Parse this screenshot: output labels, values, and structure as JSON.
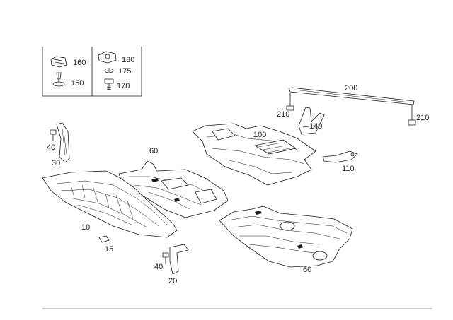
{
  "legend": {
    "items": [
      {
        "number": "160",
        "icon": "clip-nut-icon"
      },
      {
        "number": "150",
        "icon": "push-rivet-icon"
      },
      {
        "number": "180",
        "icon": "speed-nut-icon"
      },
      {
        "number": "175",
        "icon": "washer-icon"
      },
      {
        "number": "170",
        "icon": "screw-icon"
      }
    ]
  },
  "callouts": {
    "c200": "200",
    "c210a": "210",
    "c210b": "210",
    "c140": "140",
    "c100": "100",
    "c110": "110",
    "c40a": "40",
    "c30": "30",
    "c60a": "60",
    "c10": "10",
    "c15": "15",
    "c40b": "40",
    "c20": "20",
    "c60b": "60"
  },
  "colors": {
    "line": "#1a1a1a",
    "background": "#ffffff",
    "rule": "#999999"
  }
}
